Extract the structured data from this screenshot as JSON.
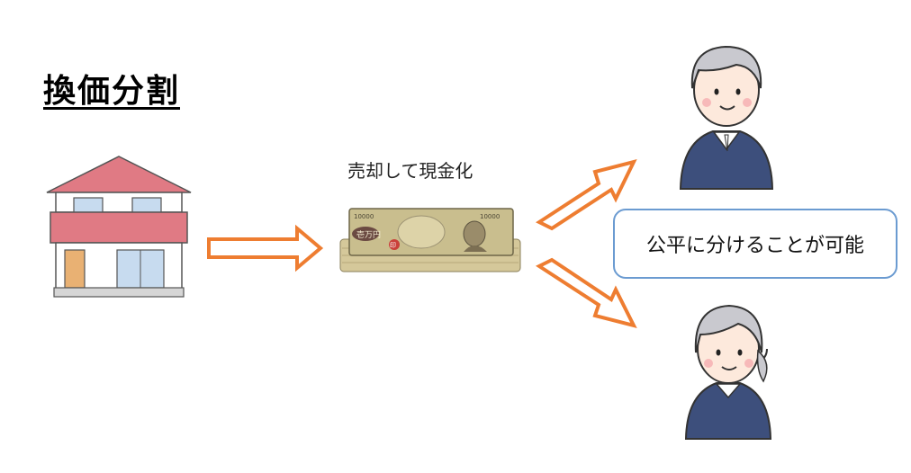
{
  "title": "換価分割",
  "sell_caption": "売却して現金化",
  "result_text": "公平に分けることが可能",
  "banknote": {
    "denomination": "10000",
    "bank_text": "壱万円",
    "seal_text": "印"
  },
  "colors": {
    "arrow": "#ee7d31",
    "bubble_border": "#6b9bd1",
    "roof": "#e07a84",
    "shirt": "#3d4f7c"
  },
  "icons": [
    "house-icon",
    "banknote-stack-icon",
    "person-male-icon",
    "person-female-icon"
  ]
}
